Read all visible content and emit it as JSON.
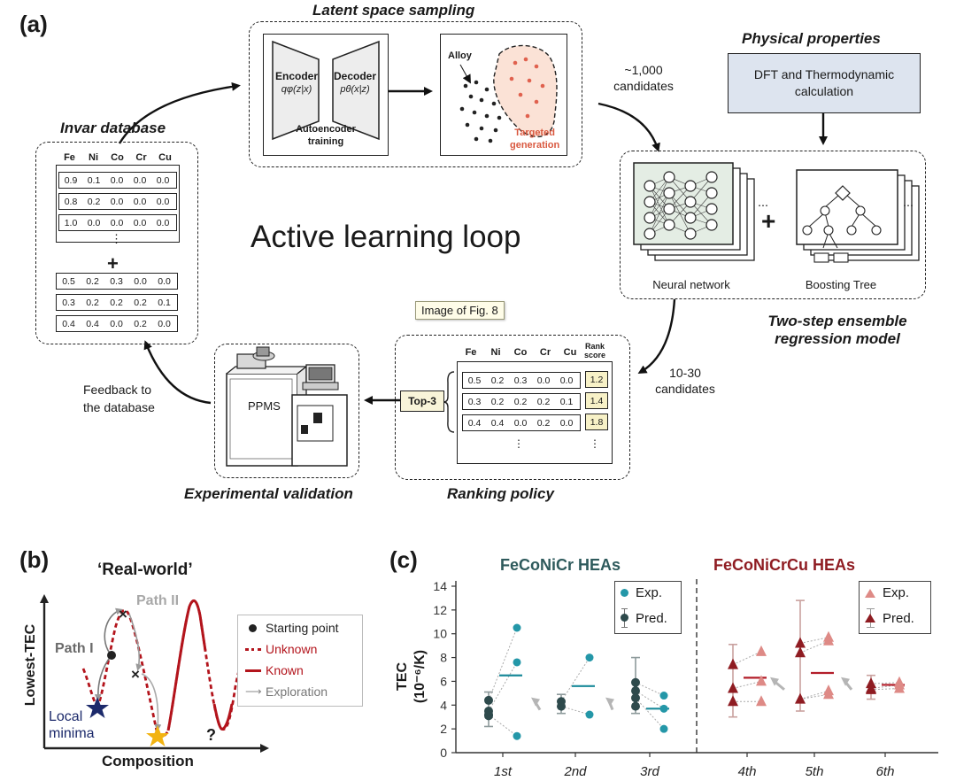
{
  "panel_labels": {
    "a": "(a)",
    "b": "(b)",
    "c": "(c)"
  },
  "panel_a": {
    "latent_title": "Latent space sampling",
    "encoder_label": "Encoder",
    "decoder_label": "Decoder",
    "encoder_formula": "qφ(z|x)",
    "decoder_formula": "pθ(x|z)",
    "autoencoder_caption_1": "Autoencoder",
    "autoencoder_caption_2": "training",
    "alloy_label": "Alloy",
    "targeted_1": "Targeted",
    "targeted_2": "generation",
    "candidates_1000_1": "~1,000",
    "candidates_1000_2": "candidates",
    "physical_title": "Physical properties",
    "dft_1": "DFT and Thermodynamic",
    "dft_2": "calculation",
    "invar_title": "Invar database",
    "invar_headers": [
      "Fe",
      "Ni",
      "Co",
      "Cr",
      "Cu"
    ],
    "invar_rows_top": [
      [
        "0.9",
        "0.1",
        "0.0",
        "0.0",
        "0.0"
      ],
      [
        "0.8",
        "0.2",
        "0.0",
        "0.0",
        "0.0"
      ],
      [
        "1.0",
        "0.0",
        "0.0",
        "0.0",
        "0.0"
      ]
    ],
    "invar_rows_bottom": [
      [
        "0.5",
        "0.2",
        "0.3",
        "0.0",
        "0.0"
      ],
      [
        "0.3",
        "0.2",
        "0.2",
        "0.2",
        "0.1"
      ],
      [
        "0.4",
        "0.4",
        "0.0",
        "0.2",
        "0.0"
      ]
    ],
    "vdots": "⋮",
    "plus": "+",
    "loop_title": "Active learning loop",
    "nn_label": "Neural network",
    "bt_label": "Boosting Tree",
    "ensemble_1": "Two-step ensemble",
    "ensemble_2": "regression model",
    "image_tooltip": "Image of Fig. 8",
    "candidates_10_30_1": "10-30",
    "candidates_10_30_2": "candidates",
    "ranking_headers": [
      "Fe",
      "Ni",
      "Co",
      "Cr",
      "Cu"
    ],
    "rank_header_1": "Rank",
    "rank_header_2": "score",
    "ranking_rows": [
      [
        "0.5",
        "0.2",
        "0.3",
        "0.0",
        "0.0"
      ],
      [
        "0.3",
        "0.2",
        "0.2",
        "0.2",
        "0.1"
      ],
      [
        "0.4",
        "0.4",
        "0.0",
        "0.2",
        "0.0"
      ]
    ],
    "rank_scores": [
      "1.2",
      "1.4",
      "1.8"
    ],
    "top3_label": "Top-3",
    "ranking_title": "Ranking policy",
    "ppms_label": "PPMS",
    "experimental_title": "Experimental validation",
    "feedback_1": "Feedback to",
    "feedback_2": "the database"
  },
  "panel_b": {
    "title": "‘Real-world’",
    "path_1": "Path I",
    "path_2": "Path II",
    "ylabel": "Lowest-TEC",
    "xlabel": "Composition",
    "local_1": "Local",
    "local_2": "minima",
    "question": "?",
    "legend": [
      "Starting point",
      "Unknown",
      "Known",
      "Exploration"
    ],
    "colors": {
      "known": "#b3141c",
      "unknown": "#b3141c",
      "local": "#1c2a6b",
      "star_global": "#f2b311",
      "arrow": "#9a9a9a"
    }
  },
  "panel_c": {
    "chart_data": {
      "type": "scatter",
      "ylabel": "TEC (10⁻⁶/K)",
      "ylim": [
        0,
        14
      ],
      "yticks": [
        0,
        2,
        4,
        6,
        8,
        10,
        12,
        14
      ],
      "categories": [
        "1st",
        "2nd",
        "3rd",
        "4th",
        "5th",
        "6th"
      ],
      "group_titles": [
        "FeCoNiCr HEAs",
        "FeCoNiCrCu HEAs"
      ],
      "legend_left": [
        "Exp.",
        "Pred."
      ],
      "legend_right": [
        "Exp.",
        "Pred."
      ],
      "colors": {
        "left_exp": "#2497a8",
        "left_pred": "#2e4a4c",
        "right_exp": "#de8a86",
        "right_pred": "#8f1c22",
        "mean_left": "#1a8a9a",
        "mean_right": "#b31e2a"
      },
      "exp_points": [
        [
          10.5,
          7.6,
          1.4
        ],
        [
          8.0,
          3.2
        ],
        [
          4.8,
          3.7,
          2.0
        ],
        [
          8.5,
          6.0,
          4.3
        ],
        [
          9.7,
          9.4,
          5.2,
          4.9
        ],
        [
          5.9,
          5.7,
          5.4
        ]
      ],
      "pred_points": [
        [
          4.4,
          3.5,
          3.2,
          3.1
        ],
        [
          4.3,
          3.9
        ],
        [
          5.9,
          5.2,
          4.6,
          3.9
        ],
        [
          7.4,
          5.4,
          4.3
        ],
        [
          9.2,
          8.4,
          4.5
        ],
        [
          5.8,
          5.4,
          5.3
        ]
      ],
      "pred_error": [
        [
          2.2,
          5.1
        ],
        [
          3.3,
          4.9
        ],
        [
          3.3,
          8.0
        ],
        [
          3.0,
          9.1
        ],
        [
          3.5,
          12.8
        ],
        [
          4.5,
          6.5
        ]
      ],
      "means": [
        6.5,
        5.6,
        3.7,
        6.3,
        6.7,
        5.7
      ]
    }
  }
}
